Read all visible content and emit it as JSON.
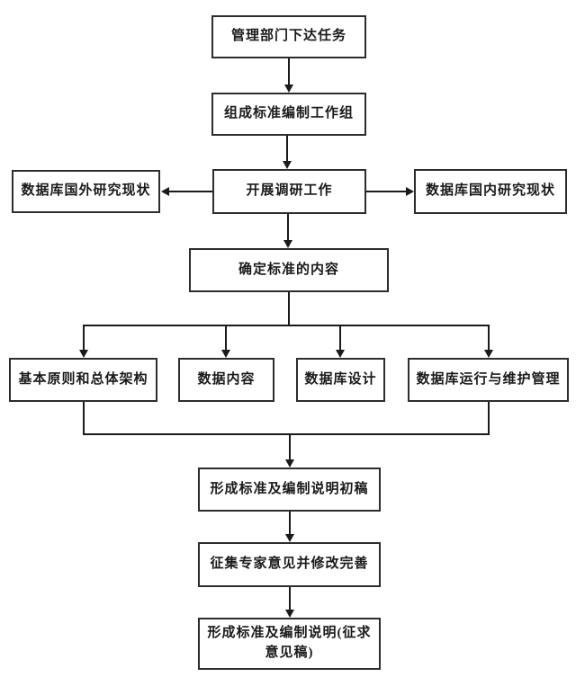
{
  "diagram": {
    "type": "flowchart",
    "colors": {
      "background": "#ffffff",
      "box_border": "#2d2d2d",
      "text": "#1a1a1a",
      "connector": "#1a1a1a"
    },
    "nodes": {
      "task": {
        "label": "管理部门下达任务"
      },
      "group": {
        "label": "组成标准编制工作组"
      },
      "foreign": {
        "label": "数据库国外研究现状"
      },
      "survey": {
        "label": "开展调研工作"
      },
      "domestic": {
        "label": "数据库国内研究现状"
      },
      "content": {
        "label": "确定标准的内容"
      },
      "principles": {
        "label": "基本原则和总体架构"
      },
      "data_content": {
        "label": "数据内容"
      },
      "db_design": {
        "label": "数据库设计"
      },
      "db_ops": {
        "label": "数据库运行与维护管理"
      },
      "draft": {
        "label": "形成标准及编制说明初稿"
      },
      "expert": {
        "label": "征集专家意见并修改完善"
      },
      "final": {
        "label": "形成标准及编制说明(征求意见稿)"
      }
    },
    "edges": [
      "task -> group",
      "group -> survey",
      "survey -> foreign",
      "survey -> domestic",
      "survey -> content",
      "content -> principles",
      "content -> data_content",
      "content -> db_design",
      "content -> db_ops",
      "principles -> draft",
      "db_ops -> draft",
      "draft -> expert",
      "expert -> final"
    ]
  }
}
